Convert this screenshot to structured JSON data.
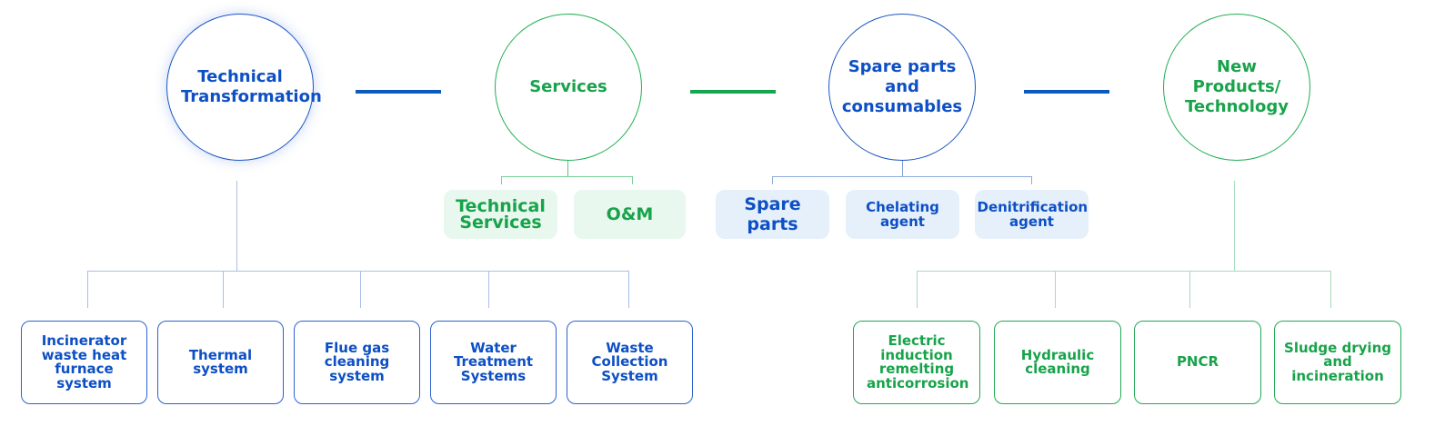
{
  "colors": {
    "blue": "#0d4fc4",
    "green": "#18a34a",
    "blue_light_bg": "#e6f0fb",
    "green_light_bg": "#e8f8ee",
    "blue_connector": "#a9bfe6",
    "green_connector": "#a6dcbc"
  },
  "categories": [
    {
      "label": "Technical Transformation",
      "color": "blue",
      "children": [
        "Incinerator waste heat furnace system",
        "Thermal system",
        "Flue gas cleaning system",
        "Water Treatment Systems",
        "Waste Collection System"
      ]
    },
    {
      "label": "Services",
      "color": "green",
      "children": [
        "Technical Services",
        "O&M"
      ]
    },
    {
      "label": "Spare parts and consumables",
      "color": "blue",
      "children": [
        "Spare parts",
        "Chelating agent",
        "Denitrification agent"
      ]
    },
    {
      "label": "New Products/ Technology",
      "color": "green",
      "children": [
        "Electric induction remelting anticorrosion",
        "Hydraulic cleaning",
        "PNCR",
        "Sludge drying and incineration"
      ]
    }
  ]
}
